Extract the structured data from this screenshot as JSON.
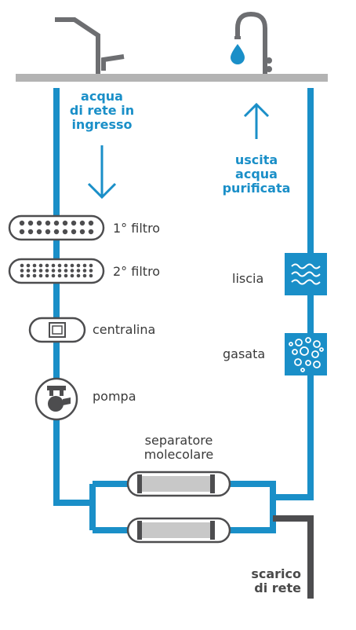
{
  "labels": {
    "inlet": [
      "acqua",
      "di rete in",
      "ingresso"
    ],
    "outlet": [
      "uscita",
      "acqua",
      "purificata"
    ],
    "filter1": "1° filtro",
    "filter2": "2° filtro",
    "control_unit": "centralina",
    "pump": "pompa",
    "separator": [
      "separatore",
      "molecolare"
    ],
    "still": "liscia",
    "sparkling": "gasata",
    "drain": [
      "scarico",
      "di rete"
    ]
  },
  "colors": {
    "pipe": "#1a8fc8",
    "drain_pipe": "#4d4d4f",
    "countertop": "#b3b3b3",
    "faucet": "#6d6e71",
    "outline": "#4d4d4f",
    "membrane_fill": "#c8c8c8",
    "label_text": "#3a3a3a"
  },
  "icons": {
    "tap": "mixer-tap-icon",
    "purified_faucet": "faucet-with-drop-icon",
    "still": "waves-icon",
    "sparkling": "bubbles-icon",
    "pump": "pump-icon",
    "control_unit": "control-unit-icon",
    "filters": "filter-cartridge-icon",
    "inlet_arrow": "arrow-down-icon",
    "outlet_arrow": "arrow-up-icon"
  }
}
